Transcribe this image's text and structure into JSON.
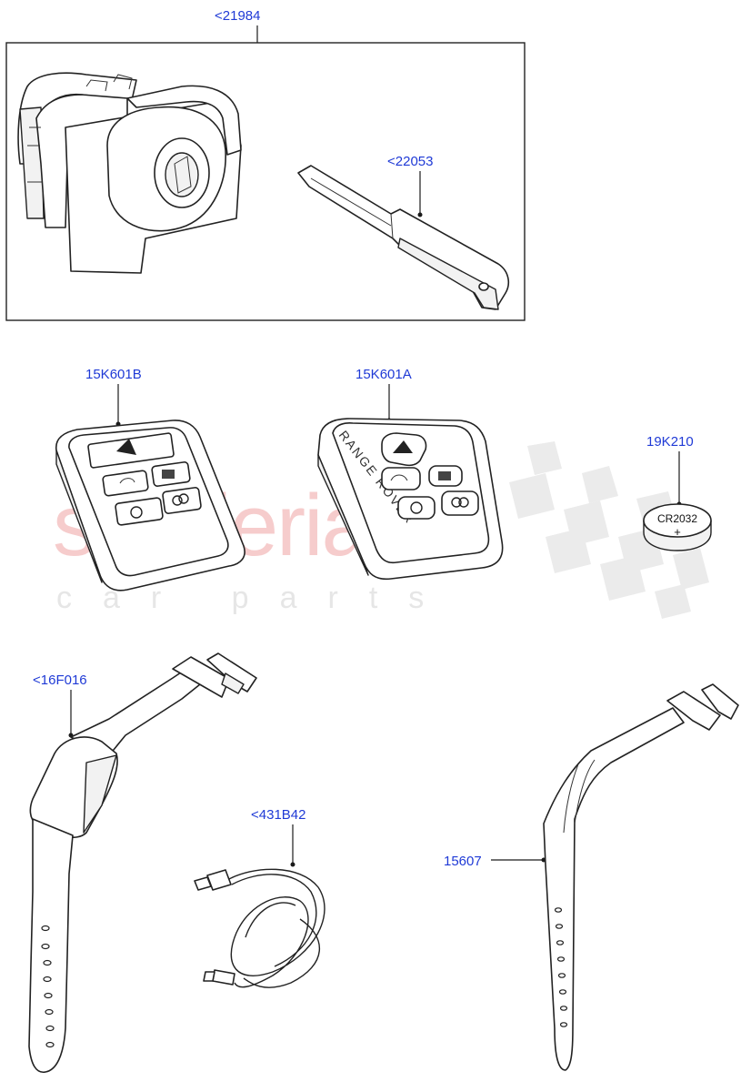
{
  "watermark": {
    "brand": "scuderia",
    "tagline": "car parts"
  },
  "callouts": {
    "lock_assembly": "<21984",
    "key_blade": "<22053",
    "fob_b": "15K601B",
    "fob_a": "15K601A",
    "battery": "19K210",
    "activity_key": "<16F016",
    "usb_cable": "<431B42",
    "strap": "15607"
  },
  "parts": {
    "battery_label": "CR2032",
    "battery_sign": "+",
    "fob_a_text": "RANGE ROVER"
  },
  "colors": {
    "callout_text": "#1f3ad6",
    "watermark_red": "#f6cccc",
    "watermark_grey": "#e6e6e6",
    "line": "#222222"
  }
}
